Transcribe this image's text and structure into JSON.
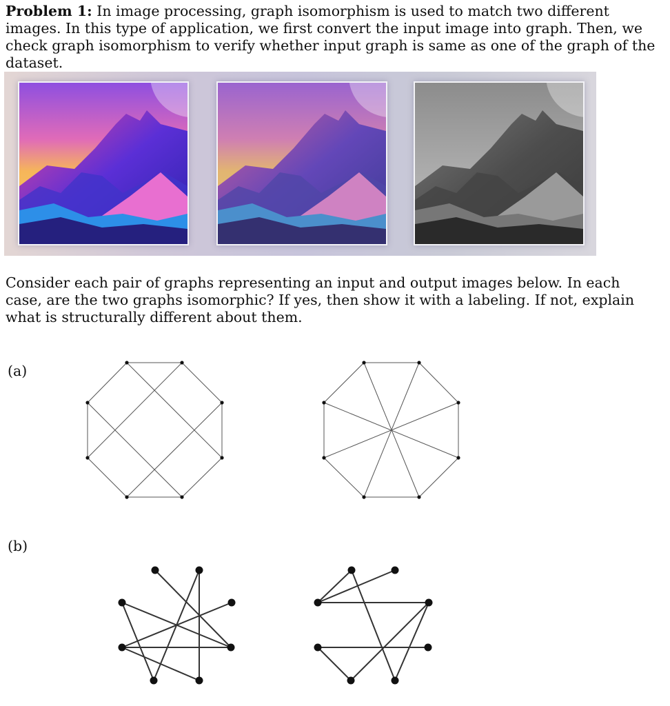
{
  "problem": {
    "heading": "Problem 1:",
    "intro": " In image processing, graph isomorphism is used to match two different images. In this type of application, we first convert the input image into graph. Then, we check graph isomorphism to verify whether input graph is same as one of the graph of the dataset.",
    "question": "Consider each pair of graphs representing an input and output images below. In each case, are the two graphs isomorphic? If yes, then show it with a labeling. If not, explain what is structurally different about them."
  },
  "parts": {
    "a": "(a)",
    "b": "(b)"
  },
  "images": [
    {
      "description": "mountain landscape, full color"
    },
    {
      "description": "mountain landscape, muted color"
    },
    {
      "description": "mountain landscape, grayscale"
    }
  ],
  "colors": {
    "text": "#111111",
    "edge": "#555555",
    "vertex": "#111111"
  }
}
